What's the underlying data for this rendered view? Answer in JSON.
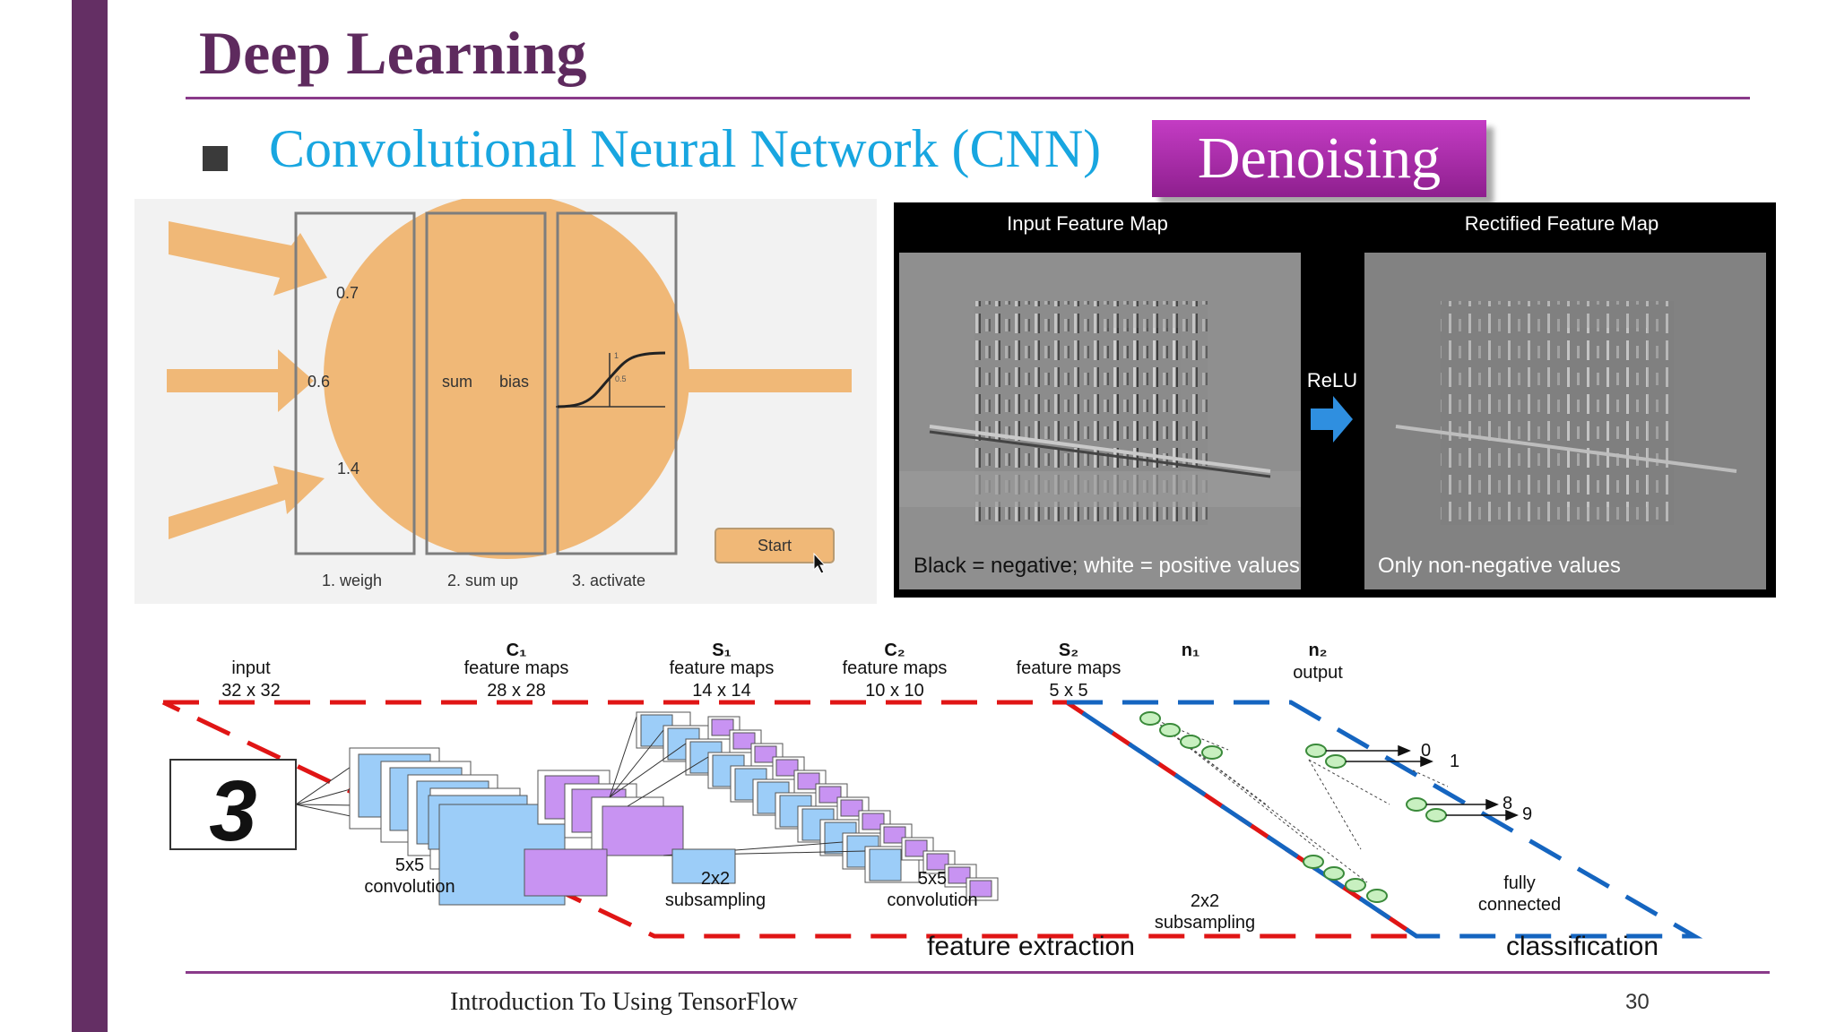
{
  "slide": {
    "title": "Deep Learning",
    "subtitle": "Convolutional Neural Network (CNN)",
    "badge": "Denoising",
    "footer": "Introduction To Using TensorFlow",
    "page_number": "30"
  },
  "neuron": {
    "weights": [
      "0.7",
      "0.6",
      "1.4"
    ],
    "sum": "sum",
    "bias": "bias",
    "curve_ticks": [
      "1",
      "0.5"
    ],
    "steps": [
      "1. weigh",
      "2. sum up",
      "3. activate"
    ],
    "start_button": "Start"
  },
  "relu": {
    "input_title": "Input Feature Map",
    "output_title": "Rectified Feature Map",
    "arrow_label": "ReLU",
    "input_caption_a": "Black = negative;",
    "input_caption_b": " white = positive values",
    "output_caption": "Only non-negative values"
  },
  "lenet": {
    "layers": [
      {
        "name": "",
        "line1": "input",
        "line2": "32 x 32"
      },
      {
        "name": "C₁",
        "line1": "feature maps",
        "line2": "28 x 28"
      },
      {
        "name": "S₁",
        "line1": "feature maps",
        "line2": "14 x 14"
      },
      {
        "name": "C₂",
        "line1": "feature maps",
        "line2": "10 x 10"
      },
      {
        "name": "S₂",
        "line1": "feature maps",
        "line2": "5 x 5"
      },
      {
        "name": "n₁",
        "line1": "",
        "line2": ""
      },
      {
        "name": "n₂",
        "line1": "output",
        "line2": ""
      }
    ],
    "input_digit": "3",
    "ops": [
      {
        "line1": "5x5",
        "line2": "convolution"
      },
      {
        "line1": "2x2",
        "line2": "subsampling"
      },
      {
        "line1": "5x5",
        "line2": "convolution"
      },
      {
        "line1": "2x2",
        "line2": "subsampling"
      },
      {
        "line1": "fully",
        "line2": "connected"
      }
    ],
    "outputs": [
      "0",
      "1",
      "8",
      "9"
    ],
    "section_feature": "feature extraction",
    "section_class": "classification"
  },
  "colors": {
    "accent": "#642f64",
    "title": "#5e2a5e",
    "subtitle": "#18a6e0",
    "badge": "#b030b0",
    "neuron": "#f0b877",
    "feature_map_blue": "#9ccdf8",
    "feature_map_purple": "#c893f2",
    "dash_red": "#e01515",
    "dash_blue": "#1565c0",
    "node_green": "#c8f0c0"
  }
}
